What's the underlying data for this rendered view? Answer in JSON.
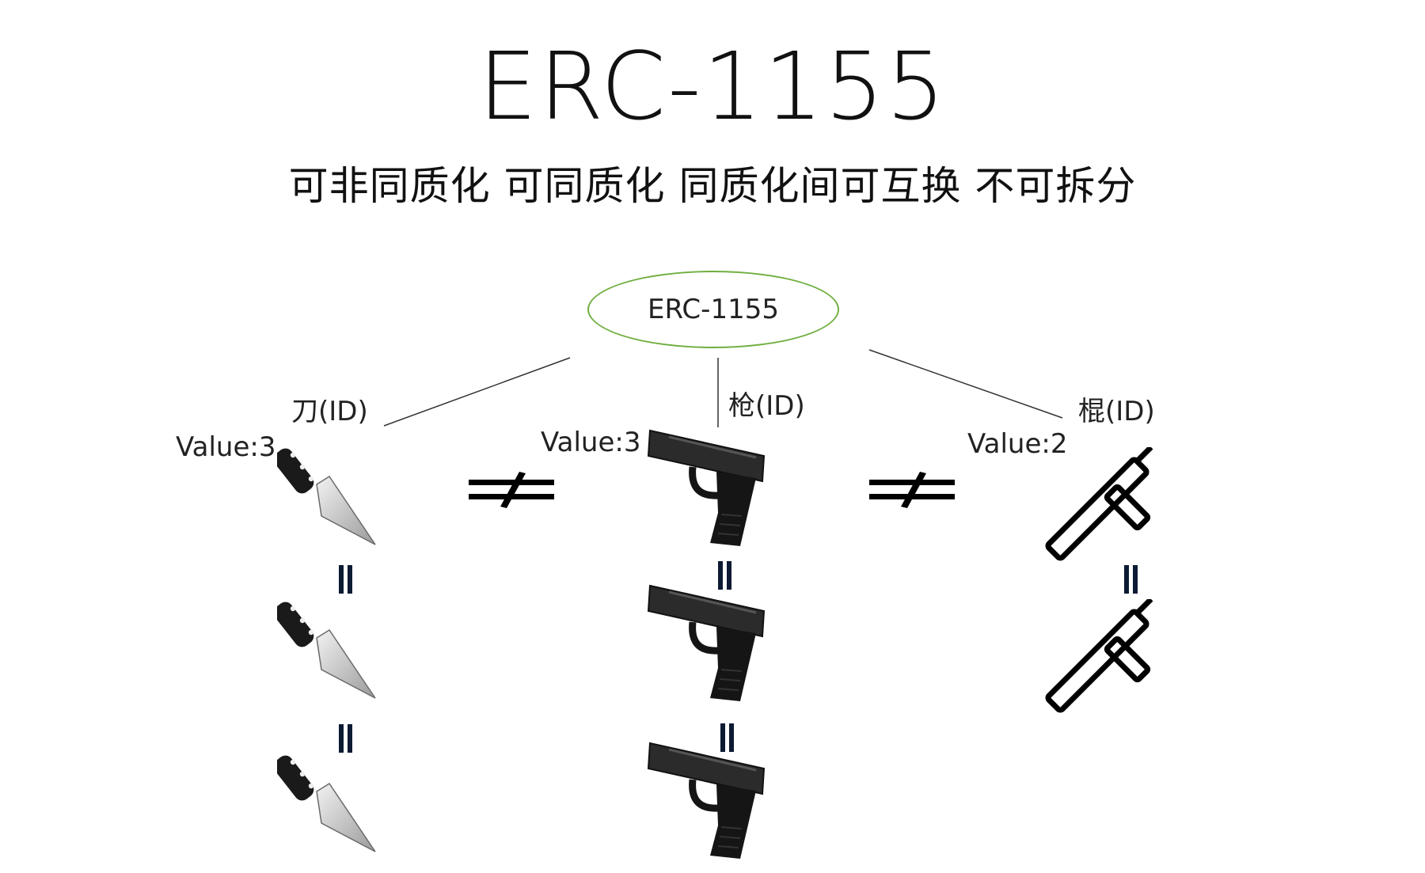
{
  "title": "ERC-1155",
  "subtitle": "可非同质化 可同质化 同质化间可互换 不可拆分",
  "root": {
    "label": "ERC-1155"
  },
  "tokens": [
    {
      "label": "刀(ID)",
      "value_label": "Value:3",
      "icon": "knife-icon",
      "count": 3
    },
    {
      "label": "枪(ID)",
      "value_label": "Value:3",
      "icon": "pistol-icon",
      "count": 3
    },
    {
      "label": "棍(ID)",
      "value_label": "Value:2",
      "icon": "baton-icon",
      "count": 2
    }
  ],
  "relations": {
    "between_types": "≠",
    "within_type": "="
  },
  "colors": {
    "ellipse_border": "#6fae3f",
    "text": "#111111",
    "equals_mark": "#0d1a33"
  }
}
